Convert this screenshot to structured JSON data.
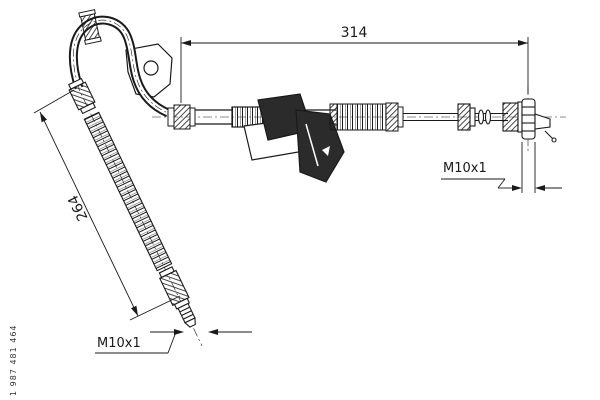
{
  "labels": {
    "dim_length_horizontal": "314",
    "dim_length_diagonal": "264",
    "thread_bottom": "M10x1",
    "thread_right": "M10x1",
    "drawing_number": "1 987 481 464"
  },
  "colors": {
    "background": "#ffffff",
    "line": "#1a1a1a",
    "clip_fill": "#2b2b2b"
  },
  "icons": {
    "drawing_type": "technical-dimension-drawing"
  }
}
